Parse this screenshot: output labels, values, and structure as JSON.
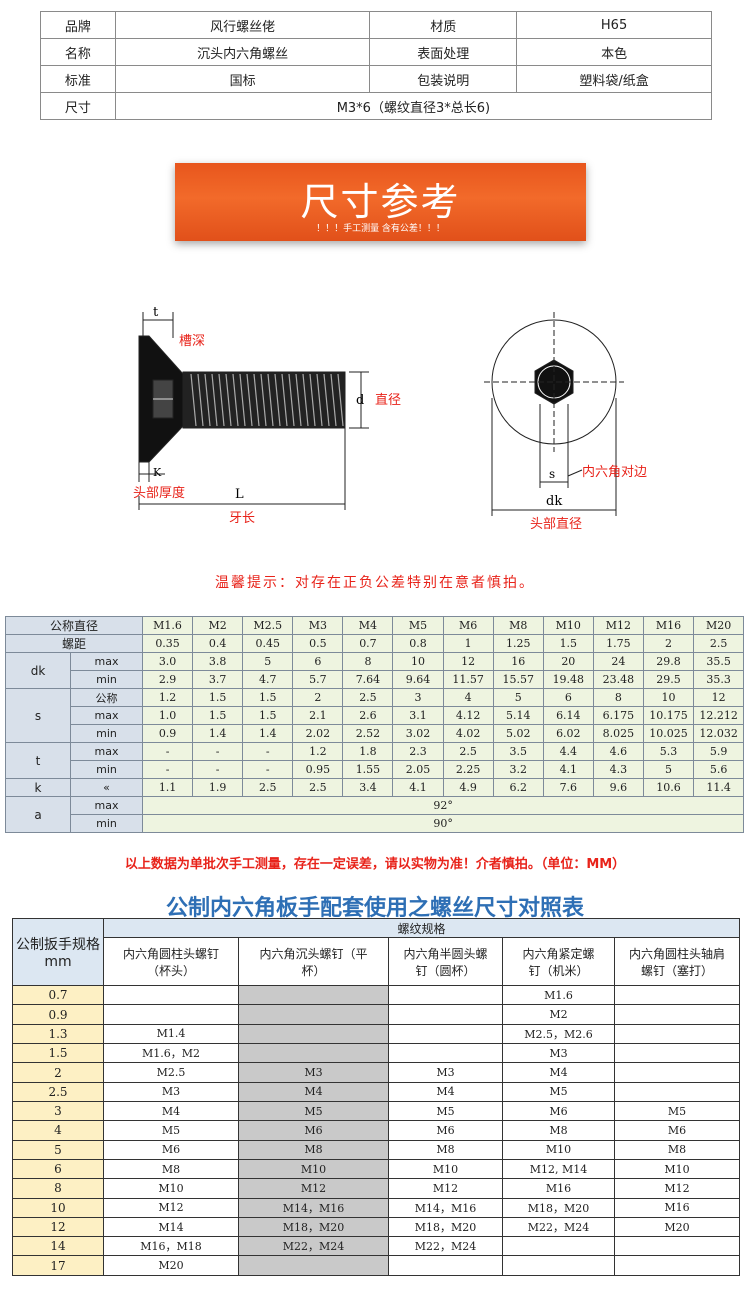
{
  "info": {
    "rows": [
      [
        "品牌",
        "风行螺丝佬",
        "材质",
        "H65"
      ],
      [
        "名称",
        "沉头内六角螺丝",
        "表面处理",
        "本色"
      ],
      [
        "标准",
        "国标",
        "包装说明",
        "塑料袋/纸盒"
      ]
    ],
    "size_label": "尺寸",
    "size_value": "M3*6（螺纹直径3*总长6)"
  },
  "banner": {
    "title": "尺寸参考",
    "subtitle": "！！！手工测量 含有公差！！！"
  },
  "diagram": {
    "t_label": "t",
    "t_note": "槽深",
    "d_label": "d",
    "d_note": "直径",
    "k_label": "K",
    "k_note": "头部厚度",
    "L_label": "L",
    "L_note": "牙长",
    "s_label": "s",
    "s_note": "内六角对边",
    "dk_label": "dk",
    "dk_note": "头部直径"
  },
  "tip": "温馨提示：对存在正负公差特别在意者慎拍。",
  "size_table": {
    "nominal_label": "公称直径",
    "pitch_label": "螺距",
    "sizes": [
      "M1.6",
      "M2",
      "M2.5",
      "M3",
      "M4",
      "M5",
      "M6",
      "M8",
      "M10",
      "M12",
      "M16",
      "M20"
    ],
    "pitch": [
      "0.35",
      "0.4",
      "0.45",
      "0.5",
      "0.7",
      "0.8",
      "1",
      "1.25",
      "1.5",
      "1.75",
      "2",
      "2.5"
    ],
    "groups": [
      {
        "name": "dk",
        "rows": [
          {
            "sub": "max",
            "vals": [
              "3.0",
              "3.8",
              "5",
              "6",
              "8",
              "10",
              "12",
              "16",
              "20",
              "24",
              "29.8",
              "35.5"
            ]
          },
          {
            "sub": "min",
            "vals": [
              "2.9",
              "3.7",
              "4.7",
              "5.7",
              "7.64",
              "9.64",
              "11.57",
              "15.57",
              "19.48",
              "23.48",
              "29.5",
              "35.3"
            ]
          }
        ]
      },
      {
        "name": "s",
        "rows": [
          {
            "sub": "公称",
            "vals": [
              "1.2",
              "1.5",
              "1.5",
              "2",
              "2.5",
              "3",
              "4",
              "5",
              "6",
              "8",
              "10",
              "12"
            ]
          },
          {
            "sub": "max",
            "vals": [
              "1.0",
              "1.5",
              "1.5",
              "2.1",
              "2.6",
              "3.1",
              "4.12",
              "5.14",
              "6.14",
              "6.175",
              "10.175",
              "12.212"
            ]
          },
          {
            "sub": "min",
            "vals": [
              "0.9",
              "1.4",
              "1.4",
              "2.02",
              "2.52",
              "3.02",
              "4.02",
              "5.02",
              "6.02",
              "8.025",
              "10.025",
              "12.032"
            ]
          }
        ]
      },
      {
        "name": "t",
        "rows": [
          {
            "sub": "max",
            "vals": [
              "-",
              "-",
              "-",
              "1.2",
              "1.8",
              "2.3",
              "2.5",
              "3.5",
              "4.4",
              "4.6",
              "5.3",
              "5.9"
            ]
          },
          {
            "sub": "min",
            "vals": [
              "-",
              "-",
              "-",
              "0.95",
              "1.55",
              "2.05",
              "2.25",
              "3.2",
              "4.1",
              "4.3",
              "5",
              "5.6"
            ]
          }
        ]
      },
      {
        "name": "k",
        "rows": [
          {
            "sub": "«",
            "vals": [
              "1.1",
              "1.9",
              "2.5",
              "2.5",
              "3.4",
              "4.1",
              "4.9",
              "6.2",
              "7.6",
              "9.6",
              "10.6",
              "11.4"
            ]
          }
        ]
      }
    ],
    "a_label": "a",
    "a_rows": [
      {
        "sub": "max",
        "val": "92°"
      },
      {
        "sub": "min",
        "val": "90°"
      }
    ]
  },
  "note": "以上数据为单批次手工测量，存在一定误差，请以实物为准！介者慎拍。（单位：MM）",
  "wrench_title": "公制内六角板手配套使用之螺丝尺寸对照表",
  "wrench_table": {
    "corner": "公制扳手规格 mm",
    "group_header": "螺纹规格",
    "columns": [
      "内六角圆柱头螺钉（杯头）",
      "内六角沉头螺钉（平杯）",
      "内六角半圆头螺钉（圆杯）",
      "内六角紧定螺钉（机米）",
      "内六角圆柱头轴肩螺钉（塞打）"
    ],
    "rows": [
      {
        "size": "0.7",
        "cells": [
          "",
          "",
          "",
          "M1.6",
          ""
        ]
      },
      {
        "size": "0.9",
        "cells": [
          "",
          "",
          "",
          "M2",
          ""
        ]
      },
      {
        "size": "1.3",
        "cells": [
          "M1.4",
          "",
          "",
          "M2.5，M2.6",
          ""
        ]
      },
      {
        "size": "1.5",
        "cells": [
          "M1.6，M2",
          "",
          "",
          "M3",
          ""
        ]
      },
      {
        "size": "2",
        "cells": [
          "M2.5",
          "M3",
          "M3",
          "M4",
          ""
        ]
      },
      {
        "size": "2.5",
        "cells": [
          "M3",
          "M4",
          "M4",
          "M5",
          ""
        ]
      },
      {
        "size": "3",
        "cells": [
          "M4",
          "M5",
          "M5",
          "M6",
          "M5"
        ]
      },
      {
        "size": "4",
        "cells": [
          "M5",
          "M6",
          "M6",
          "M8",
          "M6"
        ]
      },
      {
        "size": "5",
        "cells": [
          "M6",
          "M8",
          "M8",
          "M10",
          "M8"
        ]
      },
      {
        "size": "6",
        "cells": [
          "M8",
          "M10",
          "M10",
          "M12, M14",
          "M10"
        ]
      },
      {
        "size": "8",
        "cells": [
          "M10",
          "M12",
          "M12",
          "M16",
          "M12"
        ]
      },
      {
        "size": "10",
        "cells": [
          "M12",
          "M14，M16",
          "M14，M16",
          "M18，M20",
          "M16"
        ]
      },
      {
        "size": "12",
        "cells": [
          "M14",
          "M18，M20",
          "M18，M20",
          "M22，M24",
          "M20"
        ]
      },
      {
        "size": "14",
        "cells": [
          "M16，M18",
          "M22，M24",
          "M22，M24",
          "",
          ""
        ]
      },
      {
        "size": "17",
        "cells": [
          "M20",
          "",
          "",
          "",
          ""
        ]
      }
    ]
  }
}
